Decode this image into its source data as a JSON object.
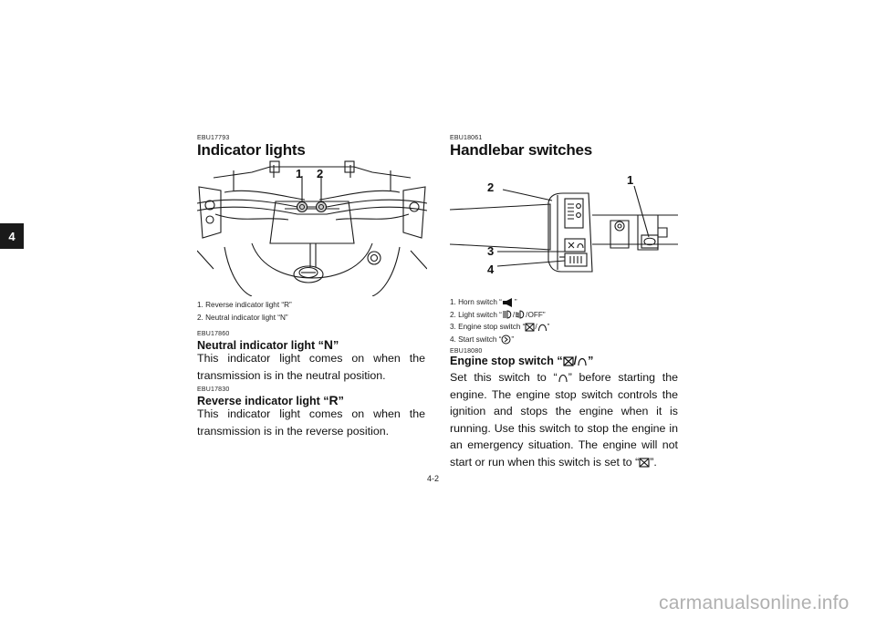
{
  "section_tab": "4",
  "left": {
    "code": "EBU17793",
    "title": "Indicator lights",
    "figure": {
      "callouts": [
        "1",
        "2"
      ]
    },
    "captions": [
      "1. Reverse indicator light “R”",
      "2. Neutral indicator light “N”"
    ],
    "neutral": {
      "code": "EBU17860",
      "heading_prefix": "Neutral indicator light “",
      "heading_symbol": "N",
      "heading_suffix": "”",
      "body": "This indicator light comes on when the transmission is in the neutral position."
    },
    "reverse": {
      "code": "EBU17830",
      "heading_prefix": "Reverse indicator light “",
      "heading_symbol": "R",
      "heading_suffix": "”",
      "body": "This indicator light comes on when the transmission is in the reverse position."
    }
  },
  "right": {
    "code": "EBU18061",
    "title": "Handlebar switches",
    "figure": {
      "callouts": [
        "1",
        "2",
        "3",
        "4"
      ]
    },
    "captions": {
      "c1_prefix": "1. Horn switch “",
      "c1_suffix": "”",
      "c2_prefix": "2. Light switch “",
      "c2_sep": "/",
      "c2_suffix": "/OFF”",
      "c3_prefix": "3. Engine stop switch “",
      "c3_sep": "/",
      "c3_suffix": "”",
      "c4_prefix": "4. Start switch “",
      "c4_suffix": "”"
    },
    "engine_stop": {
      "code": "EBU18080",
      "heading_prefix": "Engine stop switch “",
      "heading_sep": "/",
      "heading_suffix": "”",
      "body_1": "Set this switch to “",
      "body_2": "” before starting the engine. The engine stop switch controls the ignition and stops the engine when it is running. Use this switch to stop the engine in an emergency situation. The engine will not start or run when this switch is set to “",
      "body_3": "”."
    }
  },
  "page_number": "4-2",
  "watermark": "carmanualsonline.info"
}
